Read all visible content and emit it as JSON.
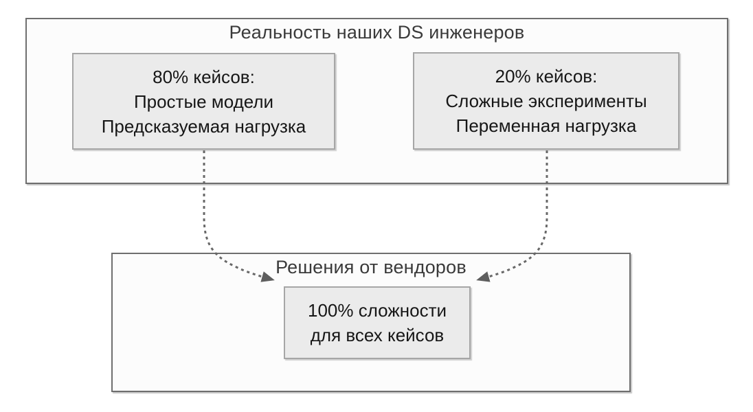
{
  "top": {
    "title": "Реальность наших DS инженеров",
    "boxes": [
      {
        "id": "box-80-percent",
        "lines": [
          "80% кейсов:",
          "Простые модели",
          "Предсказуемая нагрузка"
        ]
      },
      {
        "id": "box-20-percent",
        "lines": [
          "20% кейсов:",
          "Сложные эксперименты",
          "Переменная нагрузка"
        ]
      }
    ]
  },
  "bottom": {
    "title": "Решения от вендоров",
    "box": {
      "id": "box-100-percent",
      "lines": [
        "100% сложности",
        "для всех кейсов"
      ]
    }
  },
  "connectors": [
    {
      "from": "box-80-percent",
      "to": "box-100-percent",
      "style": "dashed",
      "arrowhead": "filled-triangle"
    },
    {
      "from": "box-20-percent",
      "to": "box-100-percent",
      "style": "dashed",
      "arrowhead": "filled-triangle"
    }
  ],
  "colors": {
    "container_border": "#6e6e6e",
    "container_fill": "#fcfcfc",
    "box_border": "#a6a6a6",
    "box_fill": "#ebebeb",
    "connector": "#686868",
    "arrowhead": "#5e5e5e",
    "title_text": "#3a3a3a",
    "body_text": "#161616",
    "page_background": "#ffffff"
  }
}
